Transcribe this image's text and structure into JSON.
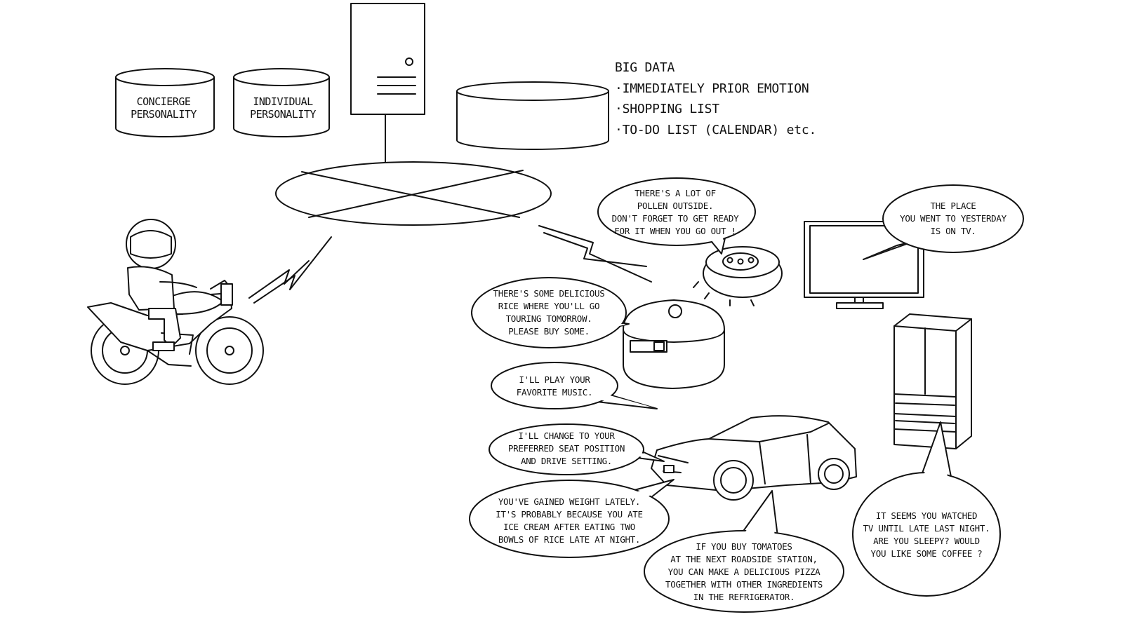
{
  "databases": {
    "concierge": [
      "CONCIERGE",
      "PERSONALITY"
    ],
    "individual": [
      "INDIVIDUAL",
      "PERSONALITY"
    ]
  },
  "big_data": {
    "title": "BIG DATA",
    "items": [
      "·IMMEDIATELY PRIOR EMOTION",
      "·SHOPPING LIST",
      "·TO-DO LIST (CALENDAR) etc."
    ]
  },
  "bubbles": {
    "robot": [
      "THERE'S A LOT OF",
      "POLLEN OUTSIDE.",
      "DON'T FORGET TO GET READY",
      "FOR IT WHEN YOU GO OUT !"
    ],
    "tv": [
      "THE PLACE",
      "YOU WENT TO YESTERDAY",
      "IS ON TV."
    ],
    "rice": [
      "THERE'S SOME DELICIOUS",
      "RICE WHERE YOU'LL GO",
      "TOURING TOMORROW.",
      "PLEASE BUY SOME."
    ],
    "music": [
      "I'LL PLAY YOUR",
      "FAVORITE MUSIC."
    ],
    "seat": [
      "I'LL CHANGE TO YOUR",
      "PREFERRED SEAT POSITION",
      "AND DRIVE SETTING."
    ],
    "weight": [
      "YOU'VE GAINED WEIGHT LATELY.",
      "IT'S PROBABLY BECAUSE YOU ATE",
      "ICE CREAM AFTER EATING TWO",
      "BOWLS OF RICE LATE AT NIGHT."
    ],
    "tomato": [
      "IF YOU BUY TOMATOES",
      "AT THE NEXT ROADSIDE STATION,",
      "YOU CAN MAKE A DELICIOUS PIZZA",
      "TOGETHER WITH OTHER INGREDIENTS",
      "IN THE REFRIGERATOR."
    ],
    "coffee": [
      "IT SEEMS YOU WATCHED",
      "TV UNTIL LATE LAST NIGHT.",
      "ARE YOU SLEEPY?  WOULD",
      "YOU LIKE SOME COFFEE ?"
    ]
  }
}
